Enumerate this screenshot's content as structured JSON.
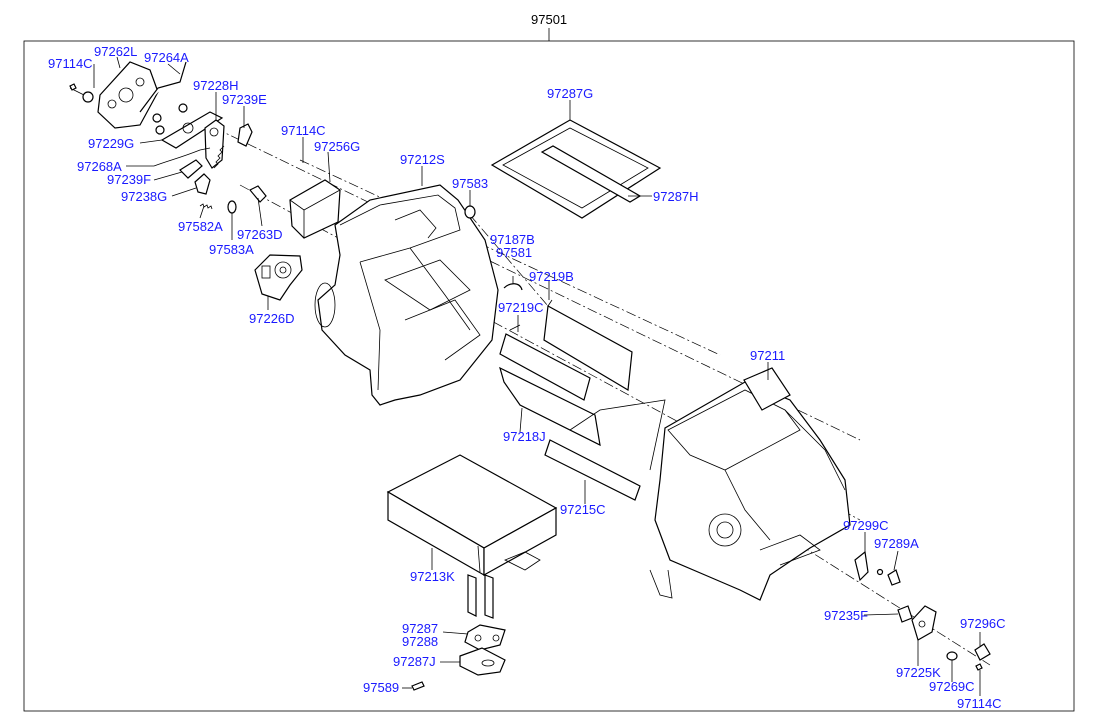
{
  "assembly": {
    "label": "97501"
  },
  "colors": {
    "part_label": "#1a1aff",
    "assembly_label": "#000000",
    "line": "#000000"
  },
  "parts": [
    {
      "id": "97114C-top",
      "label": "97114C"
    },
    {
      "id": "97262L",
      "label": "97262L"
    },
    {
      "id": "97264A",
      "label": "97264A"
    },
    {
      "id": "97228H",
      "label": "97228H"
    },
    {
      "id": "97239E",
      "label": "97239E"
    },
    {
      "id": "97229G",
      "label": "97229G"
    },
    {
      "id": "97114C-mid",
      "label": "97114C"
    },
    {
      "id": "97256G",
      "label": "97256G"
    },
    {
      "id": "97212S",
      "label": "97212S"
    },
    {
      "id": "97287G",
      "label": "97287G"
    },
    {
      "id": "97583",
      "label": "97583"
    },
    {
      "id": "97287H",
      "label": "97287H"
    },
    {
      "id": "97268A",
      "label": "97268A"
    },
    {
      "id": "97239F",
      "label": "97239F"
    },
    {
      "id": "97238G",
      "label": "97238G"
    },
    {
      "id": "97582A",
      "label": "97582A"
    },
    {
      "id": "97263D",
      "label": "97263D"
    },
    {
      "id": "97583A",
      "label": "97583A"
    },
    {
      "id": "97187B",
      "label": "97187B"
    },
    {
      "id": "97581",
      "label": "97581"
    },
    {
      "id": "97219B",
      "label": "97219B"
    },
    {
      "id": "97226D",
      "label": "97226D"
    },
    {
      "id": "97219C",
      "label": "97219C"
    },
    {
      "id": "97211",
      "label": "97211"
    },
    {
      "id": "97218J",
      "label": "97218J"
    },
    {
      "id": "97215C",
      "label": "97215C"
    },
    {
      "id": "97299C",
      "label": "97299C"
    },
    {
      "id": "97289A",
      "label": "97289A"
    },
    {
      "id": "97213K",
      "label": "97213K"
    },
    {
      "id": "97235F",
      "label": "97235F"
    },
    {
      "id": "97296C",
      "label": "97296C"
    },
    {
      "id": "97287",
      "label": "97287"
    },
    {
      "id": "97288",
      "label": "97288"
    },
    {
      "id": "97287J",
      "label": "97287J"
    },
    {
      "id": "97225K",
      "label": "97225K"
    },
    {
      "id": "97269C",
      "label": "97269C"
    },
    {
      "id": "97589",
      "label": "97589"
    },
    {
      "id": "97114C-bot",
      "label": "97114C"
    }
  ]
}
